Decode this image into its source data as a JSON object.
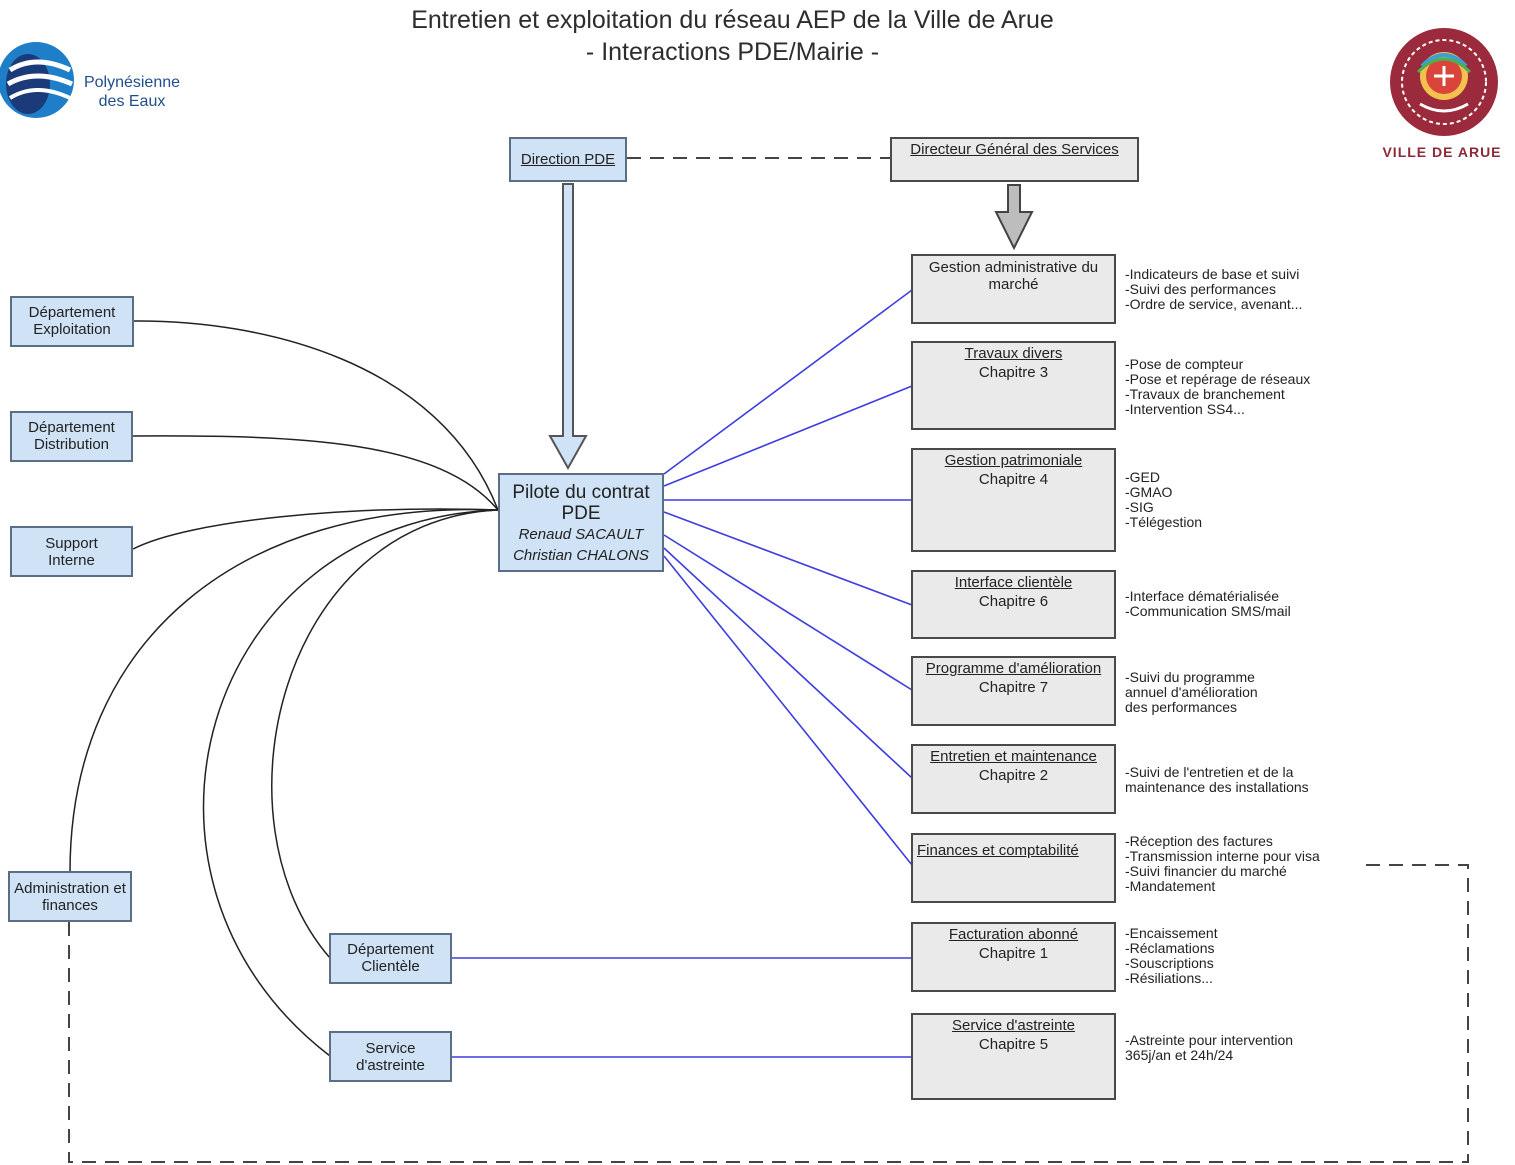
{
  "header": {
    "title_line1": "Entretien et exploitation du réseau AEP de la Ville de Arue",
    "title_line2": "- Interactions PDE/Mairie -"
  },
  "logos": {
    "left": {
      "text_line1": "Polynésienne",
      "text_line2": "des Eaux",
      "color": "#1f4e8c"
    },
    "right": {
      "text": "VILLE DE ARUE",
      "color": "#8e2a38"
    }
  },
  "colors": {
    "pde_box": "#cfe2f6",
    "mairie_box": "#eaeaea",
    "link_line": "#3d3de0"
  },
  "top": {
    "direction_pde": "Direction PDE",
    "directeur_general": "Directeur Général des Services"
  },
  "pilot": {
    "title": "Pilote du contrat PDE",
    "name1": "Renaud SACAULT",
    "name2": "Christian CHALONS"
  },
  "departments": {
    "exploitation": "Département Exploitation",
    "distribution": "Département Distribution",
    "support": "Support Interne",
    "admin": "Administration et finances",
    "clientele": "Département Clientèle",
    "astreinte": "Service d'astreinte"
  },
  "mairie": [
    {
      "title": "Gestion administrative du marché",
      "chapter": "",
      "notes": [
        "-Indicateurs de base et suivi",
        "-Suivi des performances",
        "-Ordre de service, avenant..."
      ]
    },
    {
      "title": "Travaux divers",
      "chapter": "Chapitre 3",
      "notes": [
        "-Pose de compteur",
        "-Pose et repérage de réseaux",
        "-Travaux de branchement",
        "-Intervention SS4..."
      ]
    },
    {
      "title": "Gestion patrimoniale",
      "chapter": "Chapitre 4",
      "notes": [
        "-GED",
        "-GMAO",
        "-SIG",
        "-Télégestion"
      ]
    },
    {
      "title": "Interface clientèle",
      "chapter": "Chapitre 6",
      "notes": [
        "-Interface dématérialisée",
        "-Communication SMS/mail"
      ]
    },
    {
      "title": "Programme d'amélioration",
      "chapter": "Chapitre 7",
      "notes": [
        "-Suivi du programme",
        "annuel d'amélioration",
        "des performances"
      ]
    },
    {
      "title": "Entretien et maintenance",
      "chapter": "Chapitre 2",
      "notes": [
        "-Suivi de l'entretien et de la",
        "maintenance des installations"
      ]
    },
    {
      "title": "Finances et comptabilité",
      "chapter": "",
      "notes": [
        "-Réception des factures",
        "-Transmission interne pour visa",
        "-Suivi financier du marché",
        "-Mandatement"
      ]
    },
    {
      "title": "Facturation abonné",
      "chapter": "Chapitre 1",
      "notes": [
        "-Encaissement",
        "-Réclamations",
        "-Souscriptions",
        "-Résiliations..."
      ]
    },
    {
      "title": "Service d'astreinte",
      "chapter": "Chapitre 5",
      "notes": [
        "-Astreinte pour intervention",
        "365j/an et 24h/24"
      ]
    }
  ]
}
